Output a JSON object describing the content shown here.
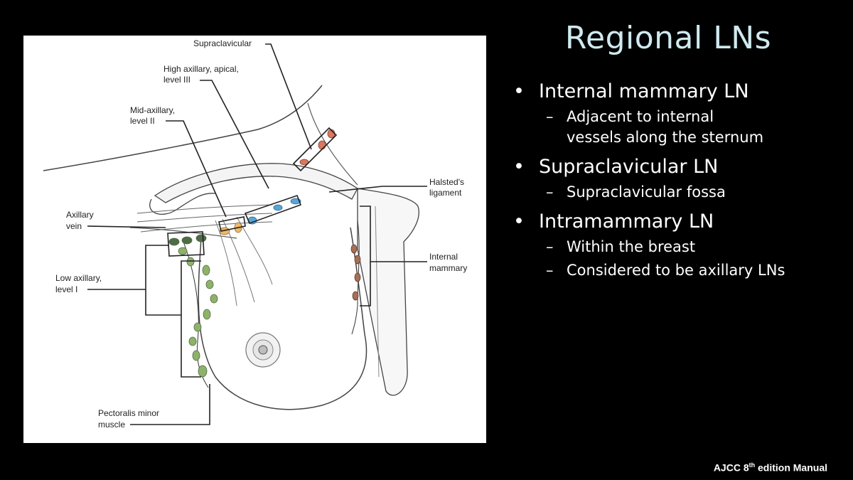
{
  "figure": {
    "labels": {
      "supraclavicular": "Supraclavicular",
      "high_axillary_line1": "High axillary, apical,",
      "high_axillary_line2": "level III",
      "mid_axillary_line1": "Mid-axillary,",
      "mid_axillary_line2": "level II",
      "halsteds_line1": "Halsted's",
      "halsteds_line2": "ligament",
      "axillary_vein_line1": "Axillary",
      "axillary_vein_line2": "vein",
      "internal_mammary_line1": "Internal",
      "internal_mammary_line2": "mammary",
      "low_axillary_line1": "Low axillary,",
      "low_axillary_line2": "level I",
      "pectoralis_line1": "Pectoralis minor",
      "pectoralis_line2": "muscle"
    },
    "node_colors": {
      "supraclavicular": "#d9785f",
      "level_iii": "#5aa4d6",
      "level_ii": "#f0b86a",
      "level_i": "#8fb26a",
      "level_i_dark": "#4f6b46",
      "internal_mammary": "#a66f58"
    }
  },
  "slide": {
    "title": "Regional LNs",
    "bullets": [
      {
        "text": "Internal mammary LN",
        "sub": [
          "Adjacent to internal",
          "vessels along the sternum"
        ]
      },
      {
        "text": "Supraclavicular LN",
        "sub": [
          "Supraclavicular fossa"
        ]
      },
      {
        "text": "Intramammary LN",
        "sub": [
          "Within the breast",
          "Considered to be axillary LNs"
        ]
      }
    ],
    "bullet_symbol": "•",
    "dash_symbol": "–"
  },
  "footer": {
    "pre": "AJCC 8",
    "sup": "th",
    "post": " edition Manual"
  }
}
